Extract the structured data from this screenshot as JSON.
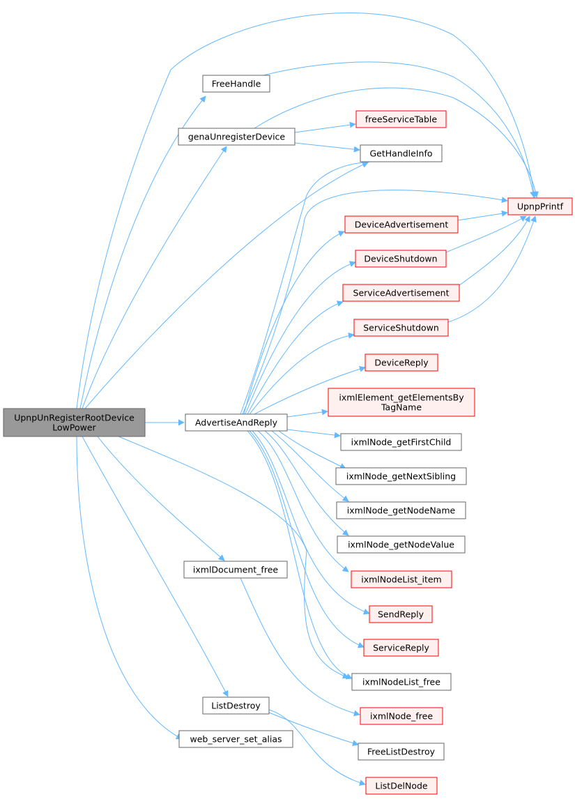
{
  "colors": {
    "edge": "#63b8ff",
    "root_fill": "#999999",
    "root_border": "#666666",
    "plain_fill": "#ffffff",
    "plain_border": "#666666",
    "truncated_fill": "#fff0f0",
    "truncated_border": "#ff0000"
  },
  "nodes": {
    "root": {
      "lines": [
        "UpnpUnRegisterRootDevice",
        "LowPower"
      ],
      "style": "root"
    },
    "free_handle": {
      "lines": [
        "FreeHandle"
      ],
      "style": "plain"
    },
    "gena_unregister_device": {
      "lines": [
        "genaUnregisterDevice"
      ],
      "style": "plain"
    },
    "free_service_table": {
      "lines": [
        "freeServiceTable"
      ],
      "style": "truncated"
    },
    "get_handle_info": {
      "lines": [
        "GetHandleInfo"
      ],
      "style": "plain"
    },
    "upnp_printf": {
      "lines": [
        "UpnpPrintf"
      ],
      "style": "truncated"
    },
    "device_advertisement": {
      "lines": [
        "DeviceAdvertisement"
      ],
      "style": "truncated"
    },
    "device_shutdown": {
      "lines": [
        "DeviceShutdown"
      ],
      "style": "truncated"
    },
    "service_advertisement": {
      "lines": [
        "ServiceAdvertisement"
      ],
      "style": "truncated"
    },
    "service_shutdown": {
      "lines": [
        "ServiceShutdown"
      ],
      "style": "truncated"
    },
    "device_reply": {
      "lines": [
        "DeviceReply"
      ],
      "style": "truncated"
    },
    "ixml_element_get_elements_by_tag_name": {
      "lines": [
        "ixmlElement_getElementsBy",
        "TagName"
      ],
      "style": "truncated"
    },
    "advertise_and_reply": {
      "lines": [
        "AdvertiseAndReply"
      ],
      "style": "plain"
    },
    "ixml_node_get_first_child": {
      "lines": [
        "ixmlNode_getFirstChild"
      ],
      "style": "plain"
    },
    "ixml_node_get_next_sibling": {
      "lines": [
        "ixmlNode_getNextSibling"
      ],
      "style": "plain"
    },
    "ixml_node_get_node_name": {
      "lines": [
        "ixmlNode_getNodeName"
      ],
      "style": "plain"
    },
    "ixml_node_get_node_value": {
      "lines": [
        "ixmlNode_getNodeValue"
      ],
      "style": "plain"
    },
    "ixml_node_list_item": {
      "lines": [
        "ixmlNodeList_item"
      ],
      "style": "truncated"
    },
    "ixml_document_free": {
      "lines": [
        "ixmlDocument_free"
      ],
      "style": "plain"
    },
    "send_reply": {
      "lines": [
        "SendReply"
      ],
      "style": "truncated"
    },
    "service_reply": {
      "lines": [
        "ServiceReply"
      ],
      "style": "truncated"
    },
    "ixml_node_list_free": {
      "lines": [
        "ixmlNodeList_free"
      ],
      "style": "plain"
    },
    "ixml_node_free": {
      "lines": [
        "ixmlNode_free"
      ],
      "style": "truncated"
    },
    "list_destroy": {
      "lines": [
        "ListDestroy"
      ],
      "style": "plain"
    },
    "web_server_set_alias": {
      "lines": [
        "web_server_set_alias"
      ],
      "style": "plain"
    },
    "free_list_destroy": {
      "lines": [
        "FreeListDestroy"
      ],
      "style": "plain"
    },
    "list_del_node": {
      "lines": [
        "ListDelNode"
      ],
      "style": "truncated"
    }
  },
  "edges": [
    [
      "root",
      "free_handle"
    ],
    [
      "root",
      "gena_unregister_device"
    ],
    [
      "root",
      "get_handle_info"
    ],
    [
      "root",
      "upnp_printf"
    ],
    [
      "root",
      "advertise_and_reply"
    ],
    [
      "root",
      "ixml_document_free"
    ],
    [
      "root",
      "ixml_node_list_free"
    ],
    [
      "root",
      "list_destroy"
    ],
    [
      "root",
      "web_server_set_alias"
    ],
    [
      "free_handle",
      "upnp_printf"
    ],
    [
      "gena_unregister_device",
      "free_service_table"
    ],
    [
      "gena_unregister_device",
      "get_handle_info"
    ],
    [
      "gena_unregister_device",
      "upnp_printf"
    ],
    [
      "advertise_and_reply",
      "get_handle_info"
    ],
    [
      "advertise_and_reply",
      "upnp_printf"
    ],
    [
      "advertise_and_reply",
      "device_advertisement"
    ],
    [
      "advertise_and_reply",
      "device_shutdown"
    ],
    [
      "advertise_and_reply",
      "service_advertisement"
    ],
    [
      "advertise_and_reply",
      "service_shutdown"
    ],
    [
      "advertise_and_reply",
      "device_reply"
    ],
    [
      "advertise_and_reply",
      "ixml_element_get_elements_by_tag_name"
    ],
    [
      "advertise_and_reply",
      "ixml_node_get_first_child"
    ],
    [
      "advertise_and_reply",
      "ixml_node_get_next_sibling"
    ],
    [
      "advertise_and_reply",
      "ixml_node_get_node_name"
    ],
    [
      "advertise_and_reply",
      "ixml_node_get_node_value"
    ],
    [
      "advertise_and_reply",
      "ixml_node_list_item"
    ],
    [
      "advertise_and_reply",
      "send_reply"
    ],
    [
      "advertise_and_reply",
      "service_reply"
    ],
    [
      "advertise_and_reply",
      "ixml_node_list_free"
    ],
    [
      "device_advertisement",
      "upnp_printf"
    ],
    [
      "device_shutdown",
      "upnp_printf"
    ],
    [
      "service_advertisement",
      "upnp_printf"
    ],
    [
      "service_shutdown",
      "upnp_printf"
    ],
    [
      "ixml_document_free",
      "ixml_node_free"
    ],
    [
      "list_destroy",
      "free_list_destroy"
    ],
    [
      "list_destroy",
      "list_del_node"
    ]
  ]
}
